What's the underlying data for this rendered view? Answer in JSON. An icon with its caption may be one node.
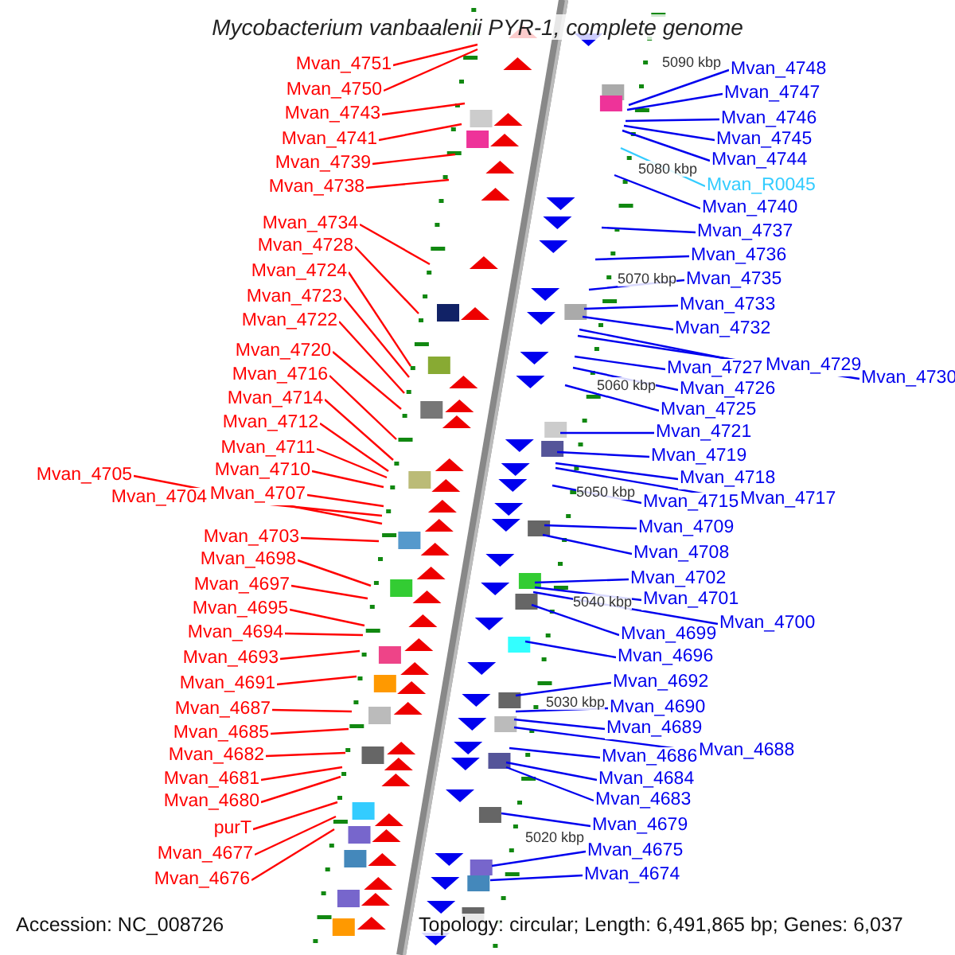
{
  "diagram": {
    "title": "Mycobacterium vanbaalenii PYR-1, complete genome",
    "nodes": [
      {
        "text": [
          "Mvan_4751"
        ]
      },
      {
        "text": [
          "Mvan_4750"
        ]
      },
      {
        "text": [
          "Mvan_4743"
        ]
      },
      {
        "text": [
          "Mvan_4741"
        ]
      },
      {
        "text": [
          "Mvan_4739"
        ]
      },
      {
        "text": [
          "Mvan_4738"
        ]
      },
      {
        "text": [
          "Mvan_4734"
        ]
      },
      {
        "text": [
          "Mvan_4728"
        ]
      },
      {
        "text": [
          "Mvan_4724"
        ]
      },
      {
        "text": [
          "Mvan_4723"
        ]
      },
      {
        "text": [
          "Mvan_4722"
        ]
      },
      {
        "text": [
          "Mvan_4720"
        ]
      },
      {
        "text": [
          "Mvan_4716"
        ]
      },
      {
        "text": [
          "Mvan_4714"
        ]
      },
      {
        "text": [
          "Mvan_4712"
        ]
      },
      {
        "text": [
          "Mvan_4711"
        ]
      },
      {
        "text": [
          "Mvan_4710"
        ]
      },
      {
        "text": [
          "Mvan_4705"
        ]
      },
      {
        "text": [
          "Mvan_4704"
        ]
      },
      {
        "text": [
          "Mvan_4707"
        ]
      },
      {
        "text": [
          "Mvan_4703"
        ]
      },
      {
        "text": [
          "Mvan_4698"
        ]
      },
      {
        "text": [
          "Mvan_4697"
        ]
      },
      {
        "text": [
          "Mvan_4695"
        ]
      },
      {
        "text": [
          "Mvan_4694"
        ]
      },
      {
        "text": [
          "Mvan_4693"
        ]
      },
      {
        "text": [
          "Mvan_4691"
        ]
      },
      {
        "text": [
          "Mvan_4687"
        ]
      },
      {
        "text": [
          "Mvan_4685"
        ]
      },
      {
        "text": [
          "Mvan_4682"
        ]
      },
      {
        "text": [
          "Mvan_4681"
        ]
      },
      {
        "text": [
          "Mvan_4680"
        ]
      },
      {
        "text": [
          "purT"
        ]
      },
      {
        "text": [
          "Mvan_4677"
        ]
      },
      {
        "text": [
          "Mvan_4676"
        ]
      },
      {
        "text": [
          "Mvan_4748"
        ]
      },
      {
        "text": [
          "Mvan_4747"
        ]
      },
      {
        "text": [
          "Mvan_4746"
        ]
      },
      {
        "text": [
          "Mvan_4745"
        ]
      },
      {
        "text": [
          "Mvan_4744"
        ]
      },
      {
        "text": [
          "Mvan_R0045"
        ]
      },
      {
        "text": [
          "Mvan_4740"
        ]
      },
      {
        "text": [
          "Mvan_4737"
        ]
      },
      {
        "text": [
          "Mvan_4736"
        ]
      },
      {
        "text": [
          "Mvan_4735"
        ]
      },
      {
        "text": [
          "Mvan_4733"
        ]
      },
      {
        "text": [
          "Mvan_4732"
        ]
      },
      {
        "text": [
          "Mvan_4729"
        ]
      },
      {
        "text": [
          "Mvan_4730"
        ]
      },
      {
        "text": [
          "Mvan_4727"
        ]
      },
      {
        "text": [
          "Mvan_4726"
        ]
      },
      {
        "text": [
          "Mvan_4725"
        ]
      },
      {
        "text": [
          "Mvan_4721"
        ]
      },
      {
        "text": [
          "Mvan_4719"
        ]
      },
      {
        "text": [
          "Mvan_4718"
        ]
      },
      {
        "text": [
          "Mvan_4717"
        ]
      },
      {
        "text": [
          "Mvan_4715"
        ]
      },
      {
        "text": [
          "Mvan_4709"
        ]
      },
      {
        "text": [
          "Mvan_4708"
        ]
      },
      {
        "text": [
          "Mvan_4702"
        ]
      },
      {
        "text": [
          "Mvan_4701"
        ]
      },
      {
        "text": [
          "Mvan_4700"
        ]
      },
      {
        "text": [
          "Mvan_4699"
        ]
      },
      {
        "text": [
          "Mvan_4696"
        ]
      },
      {
        "text": [
          "Mvan_4692"
        ]
      },
      {
        "text": [
          "Mvan_4690"
        ]
      },
      {
        "text": [
          "Mvan_4689"
        ]
      },
      {
        "text": [
          "Mvan_4688"
        ]
      },
      {
        "text": [
          "Mvan_4686"
        ]
      },
      {
        "text": [
          "Mvan_4684"
        ]
      },
      {
        "text": [
          "Mvan_4683"
        ]
      },
      {
        "text": [
          "Mvan_4679"
        ]
      },
      {
        "text": [
          "Mvan_4675"
        ]
      },
      {
        "text": [
          "Mvan_4674"
        ]
      }
    ],
    "edges": [
      {
        "from": 0,
        "to": null,
        "arrow": "none",
        "color": "#ff0000"
      },
      {
        "from": 1,
        "to": null,
        "arrow": "none",
        "color": "#ff0000"
      },
      {
        "from": 2,
        "to": null,
        "arrow": "none",
        "color": "#ff0000"
      },
      {
        "from": 3,
        "to": null,
        "arrow": "none",
        "color": "#ff0000"
      },
      {
        "from": 4,
        "to": null,
        "arrow": "none",
        "color": "#ff0000"
      },
      {
        "from": 5,
        "to": null,
        "arrow": "none",
        "color": "#ff0000"
      },
      {
        "from": 6,
        "to": null,
        "arrow": "none",
        "color": "#ff0000"
      },
      {
        "from": 7,
        "to": null,
        "arrow": "none",
        "color": "#ff0000"
      },
      {
        "from": 8,
        "to": null,
        "arrow": "none",
        "color": "#ff0000"
      },
      {
        "from": 9,
        "to": null,
        "arrow": "none",
        "color": "#ff0000"
      },
      {
        "from": 10,
        "to": null,
        "arrow": "none",
        "color": "#ff0000"
      },
      {
        "from": 11,
        "to": null,
        "arrow": "none",
        "color": "#ff0000"
      },
      {
        "from": 12,
        "to": null,
        "arrow": "none",
        "color": "#ff0000"
      },
      {
        "from": 13,
        "to": null,
        "arrow": "none",
        "color": "#ff0000"
      },
      {
        "from": 14,
        "to": null,
        "arrow": "none",
        "color": "#ff0000"
      },
      {
        "from": 15,
        "to": null,
        "arrow": "none",
        "color": "#ff0000"
      },
      {
        "from": 16,
        "to": null,
        "arrow": "none",
        "color": "#ff0000"
      },
      {
        "from": 17,
        "to": null,
        "arrow": "none",
        "color": "#ff0000"
      },
      {
        "from": 18,
        "to": null,
        "arrow": "none",
        "color": "#ff0000"
      },
      {
        "from": 19,
        "to": null,
        "arrow": "none",
        "color": "#ff0000"
      },
      {
        "from": 20,
        "to": null,
        "arrow": "none",
        "color": "#ff0000"
      },
      {
        "from": 21,
        "to": null,
        "arrow": "none",
        "color": "#ff0000"
      },
      {
        "from": 22,
        "to": null,
        "arrow": "none",
        "color": "#ff0000"
      },
      {
        "from": 23,
        "to": null,
        "arrow": "none",
        "color": "#ff0000"
      },
      {
        "from": 24,
        "to": null,
        "arrow": "none",
        "color": "#ff0000"
      },
      {
        "from": 25,
        "to": null,
        "arrow": "none",
        "color": "#ff0000"
      },
      {
        "from": 26,
        "to": null,
        "arrow": "none",
        "color": "#ff0000"
      },
      {
        "from": 27,
        "to": null,
        "arrow": "none",
        "color": "#ff0000"
      },
      {
        "from": 28,
        "to": null,
        "arrow": "none",
        "color": "#ff0000"
      },
      {
        "from": 29,
        "to": null,
        "arrow": "none",
        "color": "#ff0000"
      },
      {
        "from": 30,
        "to": null,
        "arrow": "none",
        "color": "#ff0000"
      },
      {
        "from": 31,
        "to": null,
        "arrow": "none",
        "color": "#ff0000"
      },
      {
        "from": 32,
        "to": null,
        "arrow": "none",
        "color": "#ff0000"
      },
      {
        "from": 33,
        "to": null,
        "arrow": "none",
        "color": "#ff0000"
      },
      {
        "from": 34,
        "to": null,
        "arrow": "none",
        "color": "#ff0000"
      },
      {
        "from": 35,
        "to": null,
        "arrow": "none"
      },
      {
        "from": 36,
        "to": null,
        "arrow": "none"
      },
      {
        "from": 37,
        "to": null,
        "arrow": "none"
      },
      {
        "from": 38,
        "to": null,
        "arrow": "none"
      },
      {
        "from": 39,
        "to": null,
        "arrow": "none"
      },
      {
        "from": 40,
        "to": null,
        "arrow": "none",
        "color": "#33ccff"
      },
      {
        "from": 41,
        "to": null,
        "arrow": "none"
      },
      {
        "from": 42,
        "to": null,
        "arrow": "none"
      },
      {
        "from": 43,
        "to": null,
        "arrow": "none"
      },
      {
        "from": 44,
        "to": null,
        "arrow": "none"
      },
      {
        "from": 45,
        "to": null,
        "arrow": "none"
      },
      {
        "from": 46,
        "to": null,
        "arrow": "none"
      },
      {
        "from": 47,
        "to": null,
        "arrow": "none"
      },
      {
        "from": 48,
        "to": null,
        "arrow": "none"
      },
      {
        "from": 49,
        "to": null,
        "arrow": "none"
      },
      {
        "from": 50,
        "to": null,
        "arrow": "none"
      },
      {
        "from": 51,
        "to": null,
        "arrow": "none"
      },
      {
        "from": 52,
        "to": null,
        "arrow": "none"
      },
      {
        "from": 53,
        "to": null,
        "arrow": "none"
      },
      {
        "from": 54,
        "to": null,
        "arrow": "none"
      },
      {
        "from": 55,
        "to": null,
        "arrow": "none"
      },
      {
        "from": 56,
        "to": null,
        "arrow": "none"
      },
      {
        "from": 57,
        "to": null,
        "arrow": "none"
      },
      {
        "from": 58,
        "to": null,
        "arrow": "none"
      },
      {
        "from": 59,
        "to": null,
        "arrow": "none"
      },
      {
        "from": 60,
        "to": null,
        "arrow": "none"
      },
      {
        "from": 61,
        "to": null,
        "arrow": "none"
      },
      {
        "from": 62,
        "to": null,
        "arrow": "none"
      },
      {
        "from": 63,
        "to": null,
        "arrow": "none"
      },
      {
        "from": 64,
        "to": null,
        "arrow": "none"
      },
      {
        "from": 65,
        "to": null,
        "arrow": "none"
      },
      {
        "from": 66,
        "to": null,
        "arrow": "none"
      },
      {
        "from": 67,
        "to": null,
        "arrow": "none"
      },
      {
        "from": 68,
        "to": null,
        "arrow": "none"
      },
      {
        "from": 69,
        "to": null,
        "arrow": "none"
      },
      {
        "from": 70,
        "to": null,
        "arrow": "none"
      },
      {
        "from": 71,
        "to": null,
        "arrow": "none"
      },
      {
        "from": 72,
        "to": null,
        "arrow": "none"
      },
      {
        "from": 73,
        "to": null,
        "arrow": "none"
      }
    ],
    "labels": [
      "5090 kbp",
      "5080 kbp",
      "5070 kbp",
      "5060 kbp",
      "5050 kbp",
      "5040 kbp",
      "5030 kbp",
      "5020 kbp",
      "Accession: NC_008726",
      "Topology: circular; Length: 6,491,865 bp; Genes: 6,037"
    ]
  }
}
